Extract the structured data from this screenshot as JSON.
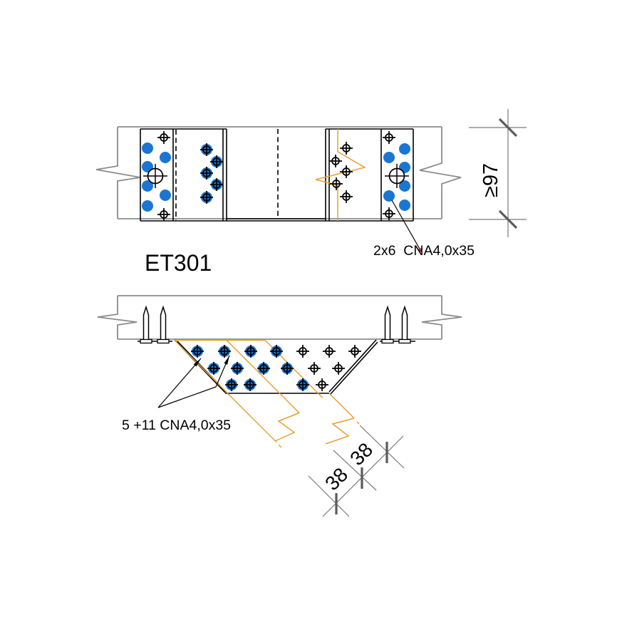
{
  "drawing": {
    "title": "ET301",
    "top_label": "2x6  CNA4,0x35",
    "bottom_label": "5 +11 CNA4,0x35",
    "dim_height": "≥97",
    "dim_spacing_1": "38",
    "dim_spacing_2": "38"
  },
  "colors": {
    "nail_blue": "#1a76d2",
    "member_orange": "#e8a030",
    "beam_gray": "#8c8c8c",
    "dim_gray": "#7a7a7a",
    "leader_dot_red": "#a03030"
  }
}
